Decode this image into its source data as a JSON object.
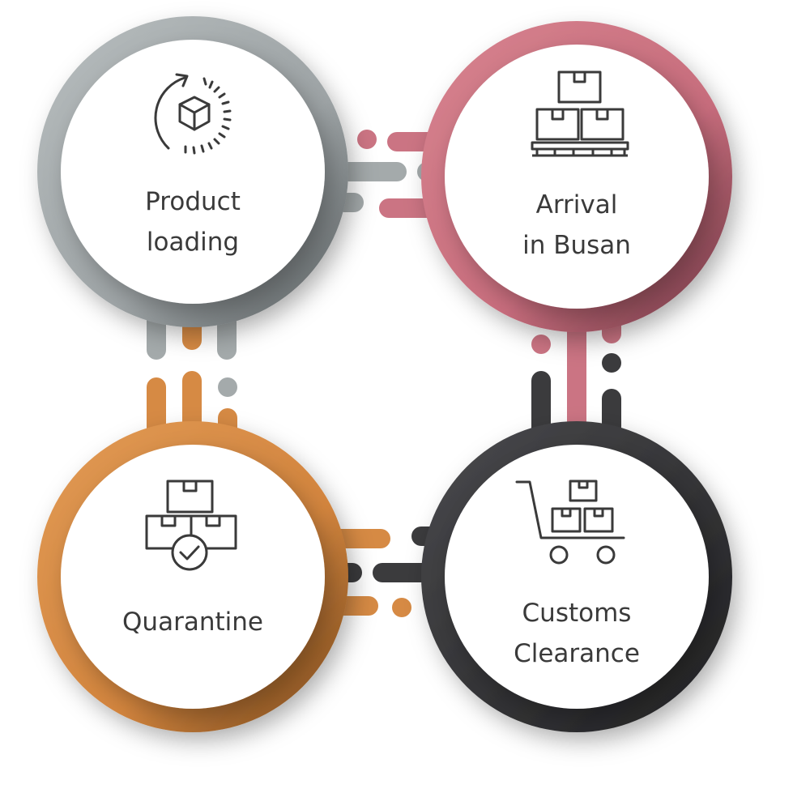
{
  "diagram": {
    "stages": [
      {
        "id": "loading",
        "label": "Product\nloading",
        "icon": "rotating-box-icon",
        "color": "#a4aaab"
      },
      {
        "id": "arrival",
        "label": "Arrival\nin Busan",
        "icon": "stacked-boxes-pallet-icon",
        "color": "#cb7483"
      },
      {
        "id": "customs",
        "label": "Customs\nClearance",
        "icon": "shopping-cart-boxes-icon",
        "color": "#3b3b3d"
      },
      {
        "id": "quarantine",
        "label": "Quarantine",
        "icon": "boxes-check-icon",
        "color": "#d68a44"
      }
    ]
  }
}
